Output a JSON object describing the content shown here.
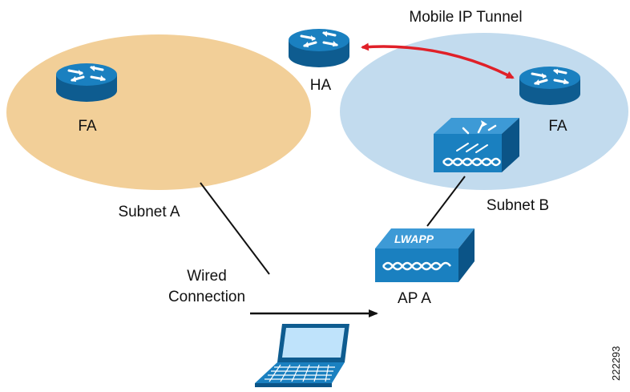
{
  "labels": {
    "tunnel": "Mobile IP Tunnel",
    "ha": "HA",
    "fa_left": "FA",
    "fa_right": "FA",
    "subnet_a": "Subnet A",
    "subnet_b": "Subnet B",
    "wired_line1": "Wired",
    "wired_line2": "Connection",
    "ap_a": "AP A",
    "lwapp": "LWAPP",
    "figure_number": "222293"
  },
  "colors": {
    "subnet_a_fill": "#f2cf98",
    "subnet_b_fill": "#c2dbee",
    "device_blue": "#1a80c0",
    "device_dark": "#0e5c90",
    "tunnel_arrow": "#e02028",
    "link_line": "#111111"
  },
  "icons": {
    "router": "router-icon",
    "controller": "wireless-lan-controller-icon",
    "access_point": "lwapp-access-point-icon",
    "laptop": "laptop-icon"
  }
}
